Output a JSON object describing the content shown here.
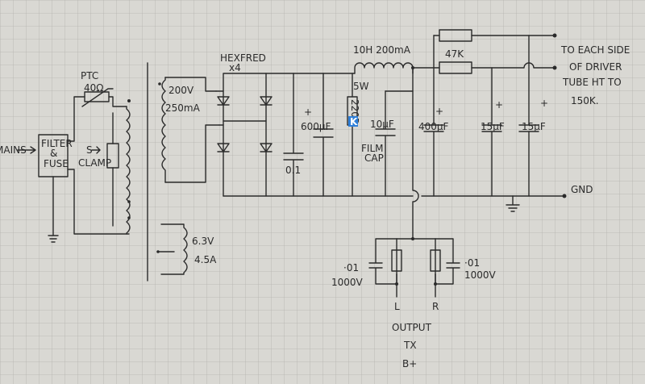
{
  "labels": {
    "mains": "MAINS",
    "filter": "FILTER",
    "filter_amp": "&",
    "filter_fuse": "FUSE",
    "ptc": "PTC",
    "ptc_value": "40Ω",
    "s_clamp": "S",
    "clamp": "CLAMP",
    "sec_voltage": "200V",
    "sec_current": "250mA",
    "diodes": "HEXFRED",
    "diodes_count": "x4",
    "cap_600": "600µF",
    "cap_01": "0.1",
    "resistor_watt": "5W",
    "resistor_value": "220R",
    "cap_10": "10µF",
    "film": "FILM",
    "cap": "CAP",
    "choke": "10H 200mA",
    "cap_400": "400µF",
    "res_47k": "47K",
    "cap_15a": "15µF",
    "cap_15b": "15µF",
    "note_line1": "TO EACH SIDE",
    "note_line2": "OF DRIVER",
    "note_line3": "TUBE HT TO",
    "note_line4": "150K.",
    "gnd": "GND",
    "heater_voltage": "6.3V",
    "heater_current": "4.5A",
    "cap_left_value": "·01",
    "cap_left_rating": "1000V",
    "cap_right_value": "·01",
    "cap_right_rating": "1000V",
    "ch_left": "L",
    "ch_right": "R",
    "output": "OUTPUT",
    "tx": "TX",
    "bplus": "B+",
    "plus_sign": "+"
  },
  "badge": {
    "letter": "K",
    "color": "#2f7fd8"
  },
  "colors": {
    "paper": "#d9d8d3",
    "grid": "#b7b6b1",
    "ink": "#2a2a2a"
  }
}
